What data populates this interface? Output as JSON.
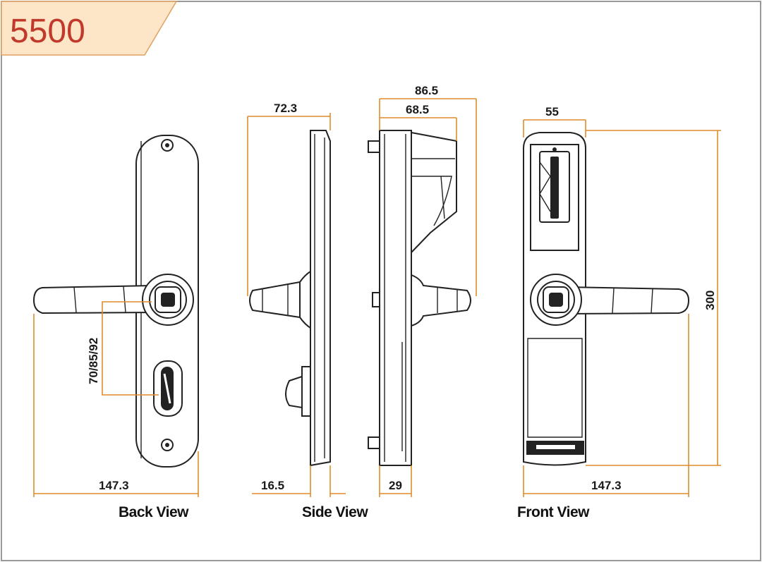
{
  "model": "5500",
  "colors": {
    "model_text": "#c0392b",
    "tab_fill": "#fde6c8",
    "dimension_line": "#e08a2a",
    "drawing": "#222222",
    "frame": "#999999"
  },
  "views": {
    "back": {
      "caption": "Back View",
      "dim_width": "147.3",
      "dim_spacing": "70/85/92"
    },
    "side": {
      "caption": "Side View",
      "dim_projection": "72.3",
      "dim_thickness": "16.5"
    },
    "edge": {
      "dim_total": "86.5",
      "dim_body": "68.5",
      "dim_depth": "29"
    },
    "front": {
      "caption": "Front View",
      "dim_plate_width": "55",
      "dim_height": "300",
      "dim_width": "147.3"
    }
  }
}
